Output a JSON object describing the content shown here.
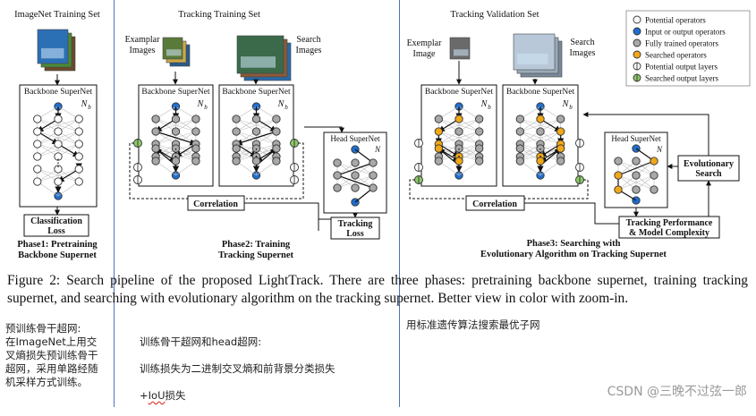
{
  "figure": {
    "phase1": {
      "dataset_label": "ImageNet Training Set",
      "supernet_label": "Backbone SuperNet",
      "loss_label": [
        "Classification",
        "Loss"
      ],
      "phase_title": [
        "Phase1: Pretraining",
        "Backbone Supernet"
      ]
    },
    "phase2": {
      "dataset_label": "Tracking Training Set",
      "exemplar_label": [
        "Examplar",
        "Images"
      ],
      "search_label": [
        "Search",
        "Images"
      ],
      "supernet_left_label": "Backbone SuperNet",
      "supernet_right_label": "Backbone SuperNet",
      "head_label": "Head SuperNet",
      "correlation_label": "Correlation",
      "loss_label": [
        "Tracking",
        "Loss"
      ],
      "phase_title": [
        "Phase2: Training",
        "Tracking Supernet"
      ]
    },
    "phase3": {
      "dataset_label": "Tracking Validation Set",
      "exemplar_label": [
        "Exemplar",
        "Image"
      ],
      "search_label": [
        "Search",
        "Images"
      ],
      "supernet_left_label": "Backbone SuperNet",
      "supernet_right_label": "Backbone SuperNet",
      "head_label": "Head SuperNet",
      "correlation_label": "Correlation",
      "evo_label": [
        "Evolutionary",
        "Search"
      ],
      "perf_label": [
        "Tracking Performance",
        "& Model Complexity"
      ],
      "phase_title": [
        "Phase3: Searching with",
        "Evolutionary Algorithm on Tracking Supernet"
      ]
    },
    "legend": [
      {
        "label": "Potential operators",
        "type": "potential"
      },
      {
        "label": "Input or output operators",
        "type": "io"
      },
      {
        "label": "Fully trained operators",
        "type": "trained"
      },
      {
        "label": "Searched operators",
        "type": "searched"
      },
      {
        "label": "Potential output layers",
        "type": "potential-out"
      },
      {
        "label": "Searched output layers",
        "type": "searched-out"
      }
    ],
    "symbol_label": "N",
    "symbol_sub": "b",
    "colors": {
      "io": "#1f6fd1",
      "trained": "#a8a8a8",
      "searched": "#f0a818",
      "searched_out": "#8cc86a",
      "potential": "#ffffff",
      "divider": "#4a72c4"
    }
  },
  "caption": "Figure 2: Search pipeline of the proposed LightTrack. There are three phases: pretraining backbone supernet, training tracking supernet, and searching with evolutionary algorithm on the tracking supernet. Better view in color with zoom-in.",
  "notes": {
    "note1": "预训练骨干超网:\n在ImageNet上用交叉熵损失预训练骨干超网，采用单路经随机采样方式训练。",
    "note2_line1": "训练骨干超网和head超网:",
    "note2_line2": "训练损失为二进制交叉熵和前背景分类损失",
    "note2_prefix": "+",
    "note2_word": "IoU",
    "note2_suffix": "损失",
    "note3": "用标准遗传算法搜索最优子网"
  },
  "watermark": "CSDN @三晚不过弦一郎"
}
